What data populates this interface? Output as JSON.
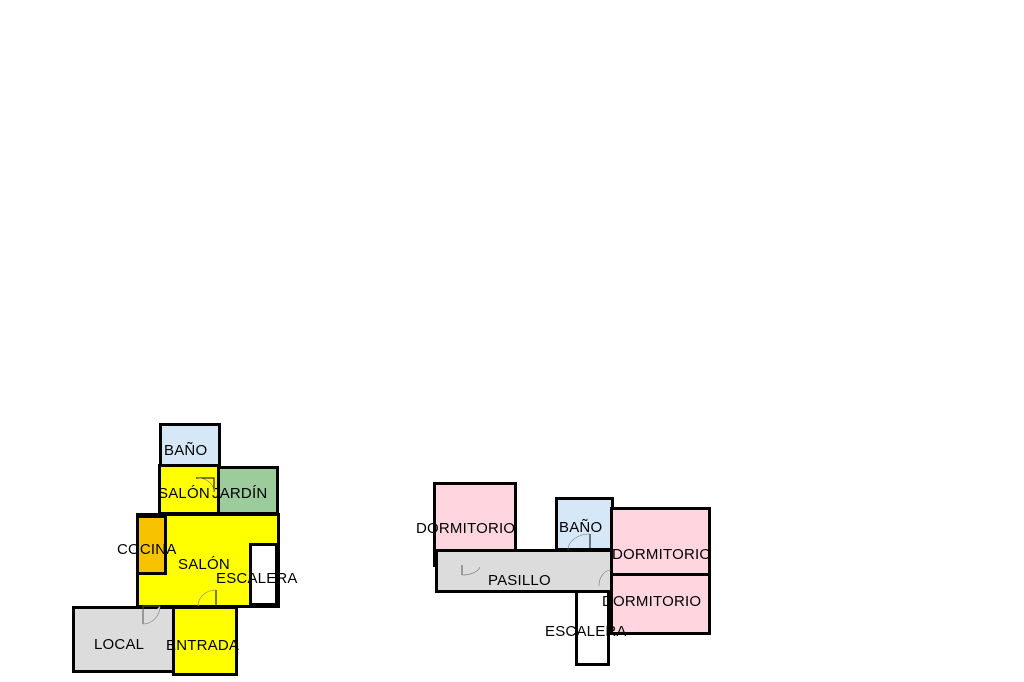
{
  "colors": {
    "wall": "#000000",
    "bano": "#d6e7f7",
    "salon": "#ffff00",
    "jardin": "#9ccc9c",
    "cocina": "#f7c300",
    "local": "#dcdcdc",
    "entrada": "#ffff00",
    "escalera": "#ffffff",
    "dormitorio": "#ffd6df",
    "pasillo": "#dcdcdc"
  },
  "ground_floor": {
    "bano": "BAÑO",
    "salon_small": "SALÓN",
    "jardin": "JARDÍN",
    "cocina": "COCINA",
    "salon": "SALÓN",
    "escalera": "ESCALERA",
    "local": "LOCAL",
    "entrada": "ENTRADA"
  },
  "upper_floor": {
    "dormitorio_left": "DORMITORIO",
    "bano": "BAÑO",
    "dormitorio_right_top": "DORMITORIO",
    "pasillo": "PASILLO",
    "dormitorio_right_bottom": "DORMITORIO",
    "escalera": "ESCALERA"
  }
}
